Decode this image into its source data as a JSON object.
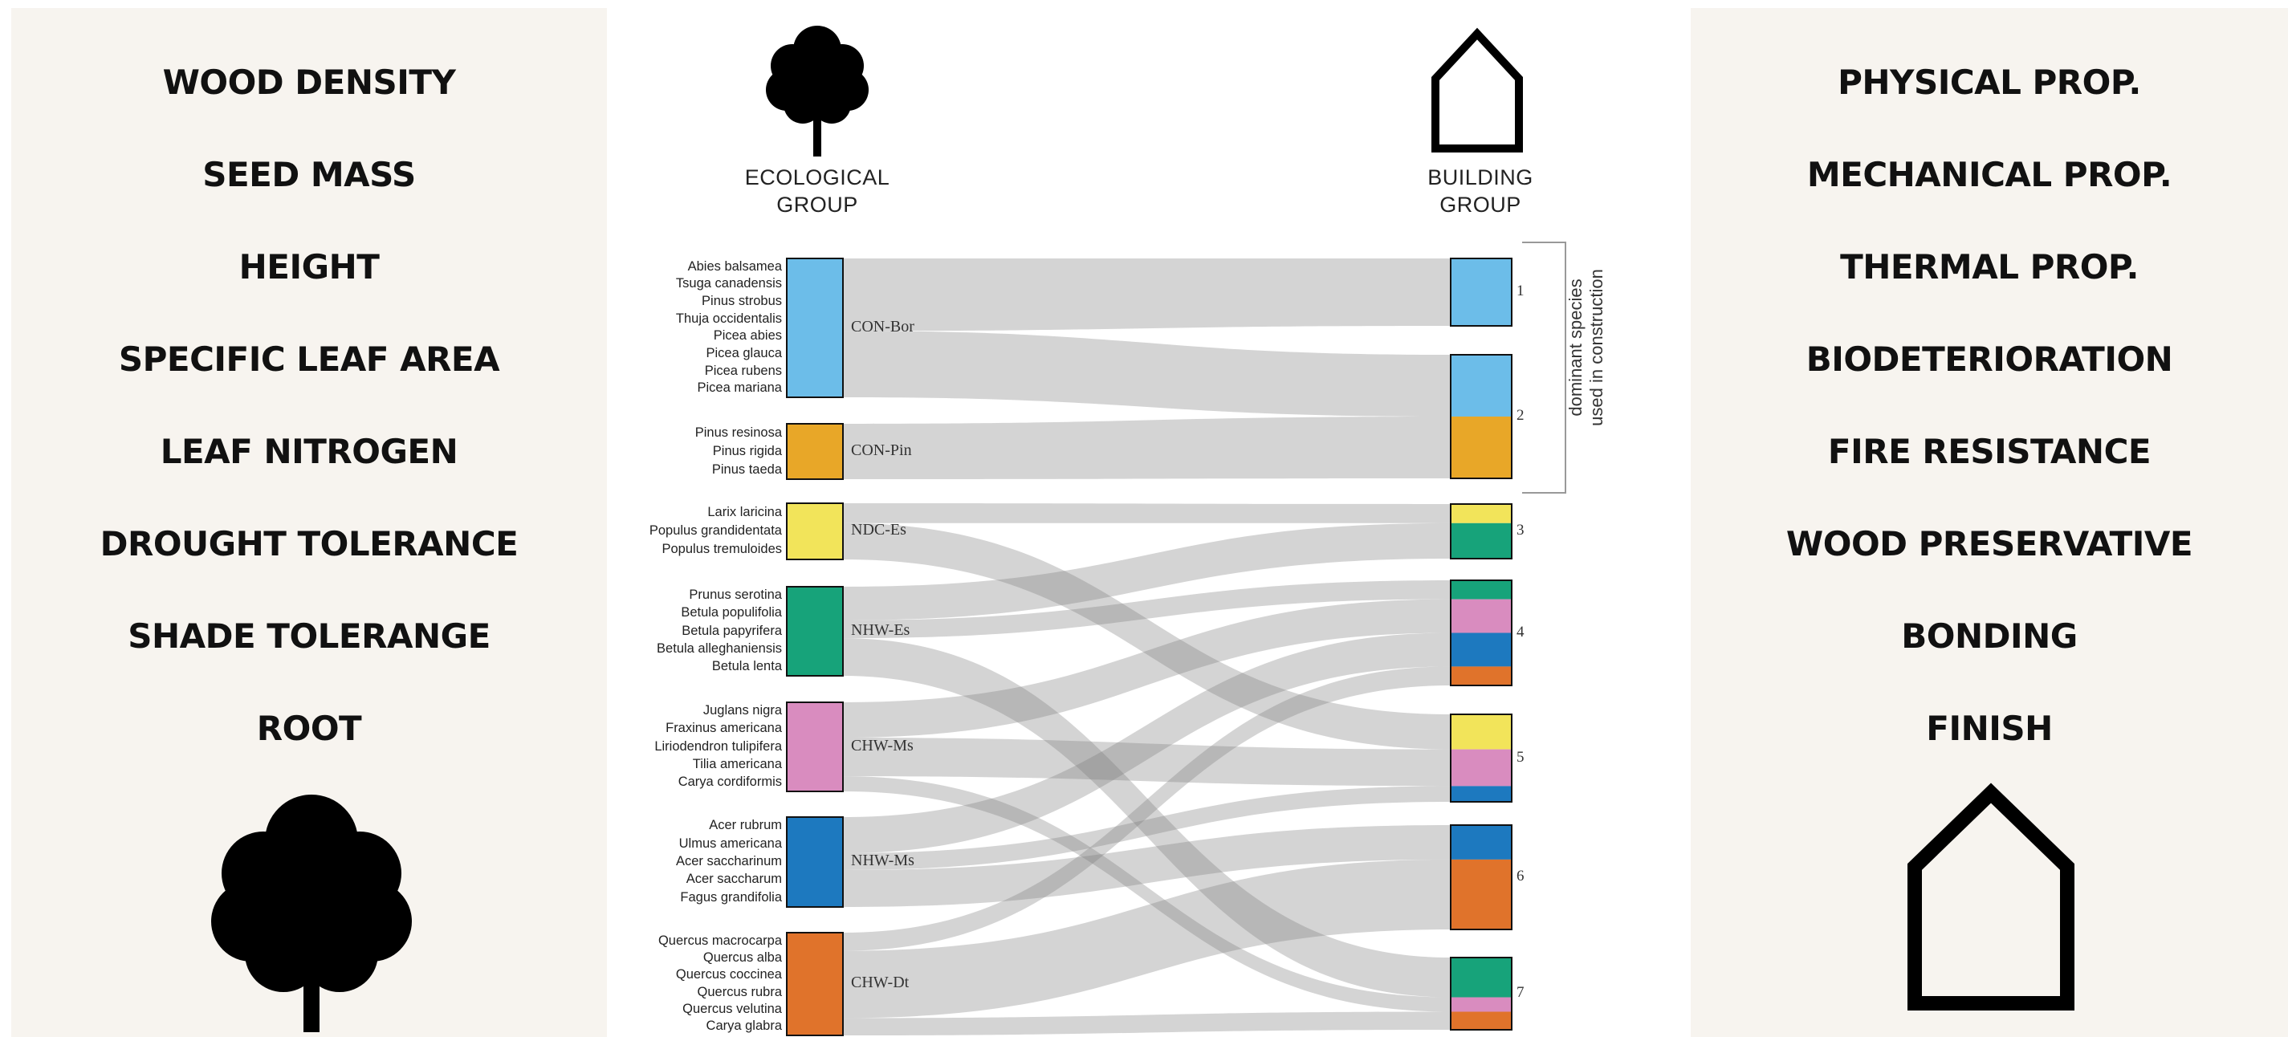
{
  "left_panel": {
    "traits": [
      "WOOD DENSITY",
      "SEED MASS",
      "HEIGHT",
      "SPECIFIC LEAF AREA",
      "LEAF NITROGEN",
      "DROUGHT TOLERANCE",
      "SHADE TOLERANGE",
      "ROOT"
    ],
    "icon": "tree-icon"
  },
  "right_panel": {
    "traits": [
      "PHYSICAL PROP.",
      "MECHANICAL PROP.",
      "THERMAL PROP.",
      "BIODETERIORATION",
      "FIRE RESISTANCE",
      "WOOD PRESERVATIVE",
      "BONDING",
      "FINISH"
    ],
    "icon": "house-icon"
  },
  "diagram": {
    "ecological_heading": [
      "ECOLOGICAL",
      "GROUP"
    ],
    "building_heading": [
      "BUILDING",
      "GROUP"
    ],
    "ecological_icon": "tree-icon",
    "building_icon": "house-icon",
    "bracket_note": [
      "dominant species",
      "used in construction"
    ],
    "colors": {
      "CON-Bor": "#6cbde9",
      "CON-Pin": "#e8a728",
      "NDC-Es": "#f2e45a",
      "NHW-Es": "#17a37a",
      "CHW-Ms": "#d98cbf",
      "NHW-Ms": "#1d79bf",
      "CHW-Dt": "#e0732b",
      "flow": "#c9c9c9"
    },
    "ecological_groups": [
      {
        "name": "CON-Bor",
        "species": [
          "Abies balsamea",
          "Tsuga canadensis",
          "Pinus strobus",
          "Thuja occidentalis",
          "Picea abies",
          "Picea glauca",
          "Picea rubens",
          "Picea mariana"
        ]
      },
      {
        "name": "CON-Pin",
        "species": [
          "Pinus resinosa",
          "Pinus rigida",
          "Pinus taeda"
        ]
      },
      {
        "name": "NDC-Es",
        "species": [
          "Larix laricina",
          "Populus grandidentata",
          "Populus tremuloides"
        ]
      },
      {
        "name": "NHW-Es",
        "species": [
          "Prunus serotina",
          "Betula populifolia",
          "Betula papyrifera",
          "Betula alleghaniensis",
          "Betula lenta"
        ]
      },
      {
        "name": "CHW-Ms",
        "species": [
          "Juglans nigra",
          "Fraxinus americana",
          "Liriodendron tulipifera",
          "Tilia americana",
          "Carya cordiformis"
        ]
      },
      {
        "name": "NHW-Ms",
        "species": [
          "Acer rubrum",
          "Ulmus americana",
          "Acer saccharinum",
          "Acer saccharum",
          "Fagus grandifolia"
        ]
      },
      {
        "name": "CHW-Dt",
        "species": [
          "Quercus macrocarpa",
          "Quercus alba",
          "Quercus coccinea",
          "Quercus rubra",
          "Quercus velutina",
          "Carya glabra"
        ]
      }
    ],
    "building_groups": [
      {
        "label": "1",
        "segments": [
          {
            "group": "CON-Bor",
            "share": 1
          }
        ]
      },
      {
        "label": "2",
        "segments": [
          {
            "group": "CON-Bor",
            "share": 0.5
          },
          {
            "group": "CON-Pin",
            "share": 0.5
          }
        ]
      },
      {
        "label": "3",
        "segments": [
          {
            "group": "NDC-Es",
            "share": 0.35
          },
          {
            "group": "NHW-Es",
            "share": 0.65
          }
        ]
      },
      {
        "label": "4",
        "segments": [
          {
            "group": "NHW-Es",
            "share": 0.18
          },
          {
            "group": "CHW-Ms",
            "share": 0.32
          },
          {
            "group": "NHW-Ms",
            "share": 0.32
          },
          {
            "group": "CHW-Dt",
            "share": 0.18
          }
        ]
      },
      {
        "label": "5",
        "segments": [
          {
            "group": "NDC-Es",
            "share": 0.4
          },
          {
            "group": "CHW-Ms",
            "share": 0.42
          },
          {
            "group": "NHW-Ms",
            "share": 0.18
          }
        ]
      },
      {
        "label": "6",
        "segments": [
          {
            "group": "NHW-Ms",
            "share": 0.33
          },
          {
            "group": "CHW-Dt",
            "share": 0.67
          }
        ]
      },
      {
        "label": "7",
        "segments": [
          {
            "group": "NHW-Es",
            "share": 0.55
          },
          {
            "group": "CHW-Ms",
            "share": 0.2
          },
          {
            "group": "CHW-Dt",
            "share": 0.25
          }
        ]
      }
    ]
  }
}
